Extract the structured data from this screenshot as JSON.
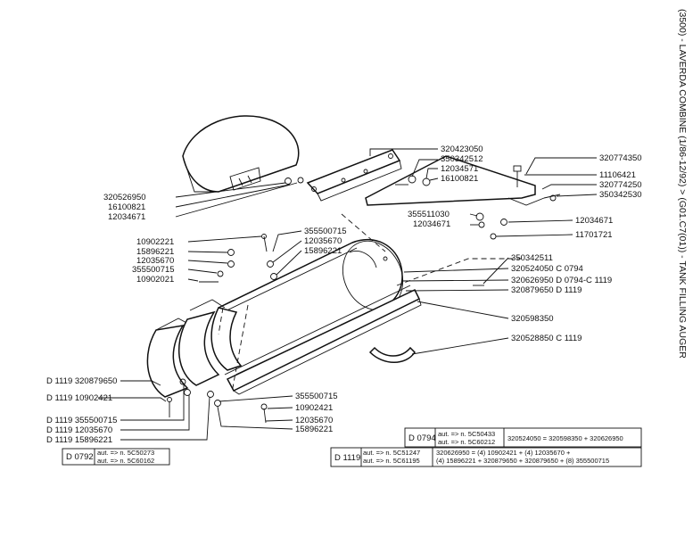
{
  "sidebar_title": "(3500) - LAVERDA COMBINE (1/86-12/92) > (G01.C7(01)) - TANK FILLING AUGER",
  "part_labels": [
    "320423050",
    "350342512",
    "12034571",
    "16100821",
    "320526950",
    "16100821",
    "12034671",
    "320774350",
    "11106421",
    "320774250",
    "350342530",
    "355511030",
    "12034671",
    "12034671",
    "11701721",
    "10902221",
    "15896221",
    "12035670",
    "355500715",
    "10902021",
    "355500715",
    "12035670",
    "15896221",
    "350342511",
    "320524050 C 0794",
    "320626950 D 0794-C 1119",
    "320879650 D 1119",
    "320598350",
    "320528850 C 1119",
    "D 1119 320879650",
    "D 1119 10902421",
    "355500715",
    "10902421",
    "12035670",
    "15896221",
    "D 1119 355500715",
    "D 1119 12035670",
    "D 1119 15896221"
  ],
  "notes": {
    "d0792": {
      "code": "D 0792",
      "lines": [
        "aut. => n. 5C50273",
        "aut. => n. 5C60162"
      ]
    },
    "d0794": {
      "code": "D 0794",
      "lines": [
        "aut. => n. 5C50433",
        "aut. => n. 5C60212"
      ],
      "text": "320524050 = 320598350 + 320626950"
    },
    "d1119": {
      "code": "D 1119",
      "lines": [
        "aut. => n. 5C51247",
        "aut. => n. 5C61195"
      ],
      "text1": "320626950 = (4) 10902421 + (4) 12035670 +",
      "text2": "(4) 15896221 + 320879650 + 320879650 + (8) 355500715"
    }
  }
}
